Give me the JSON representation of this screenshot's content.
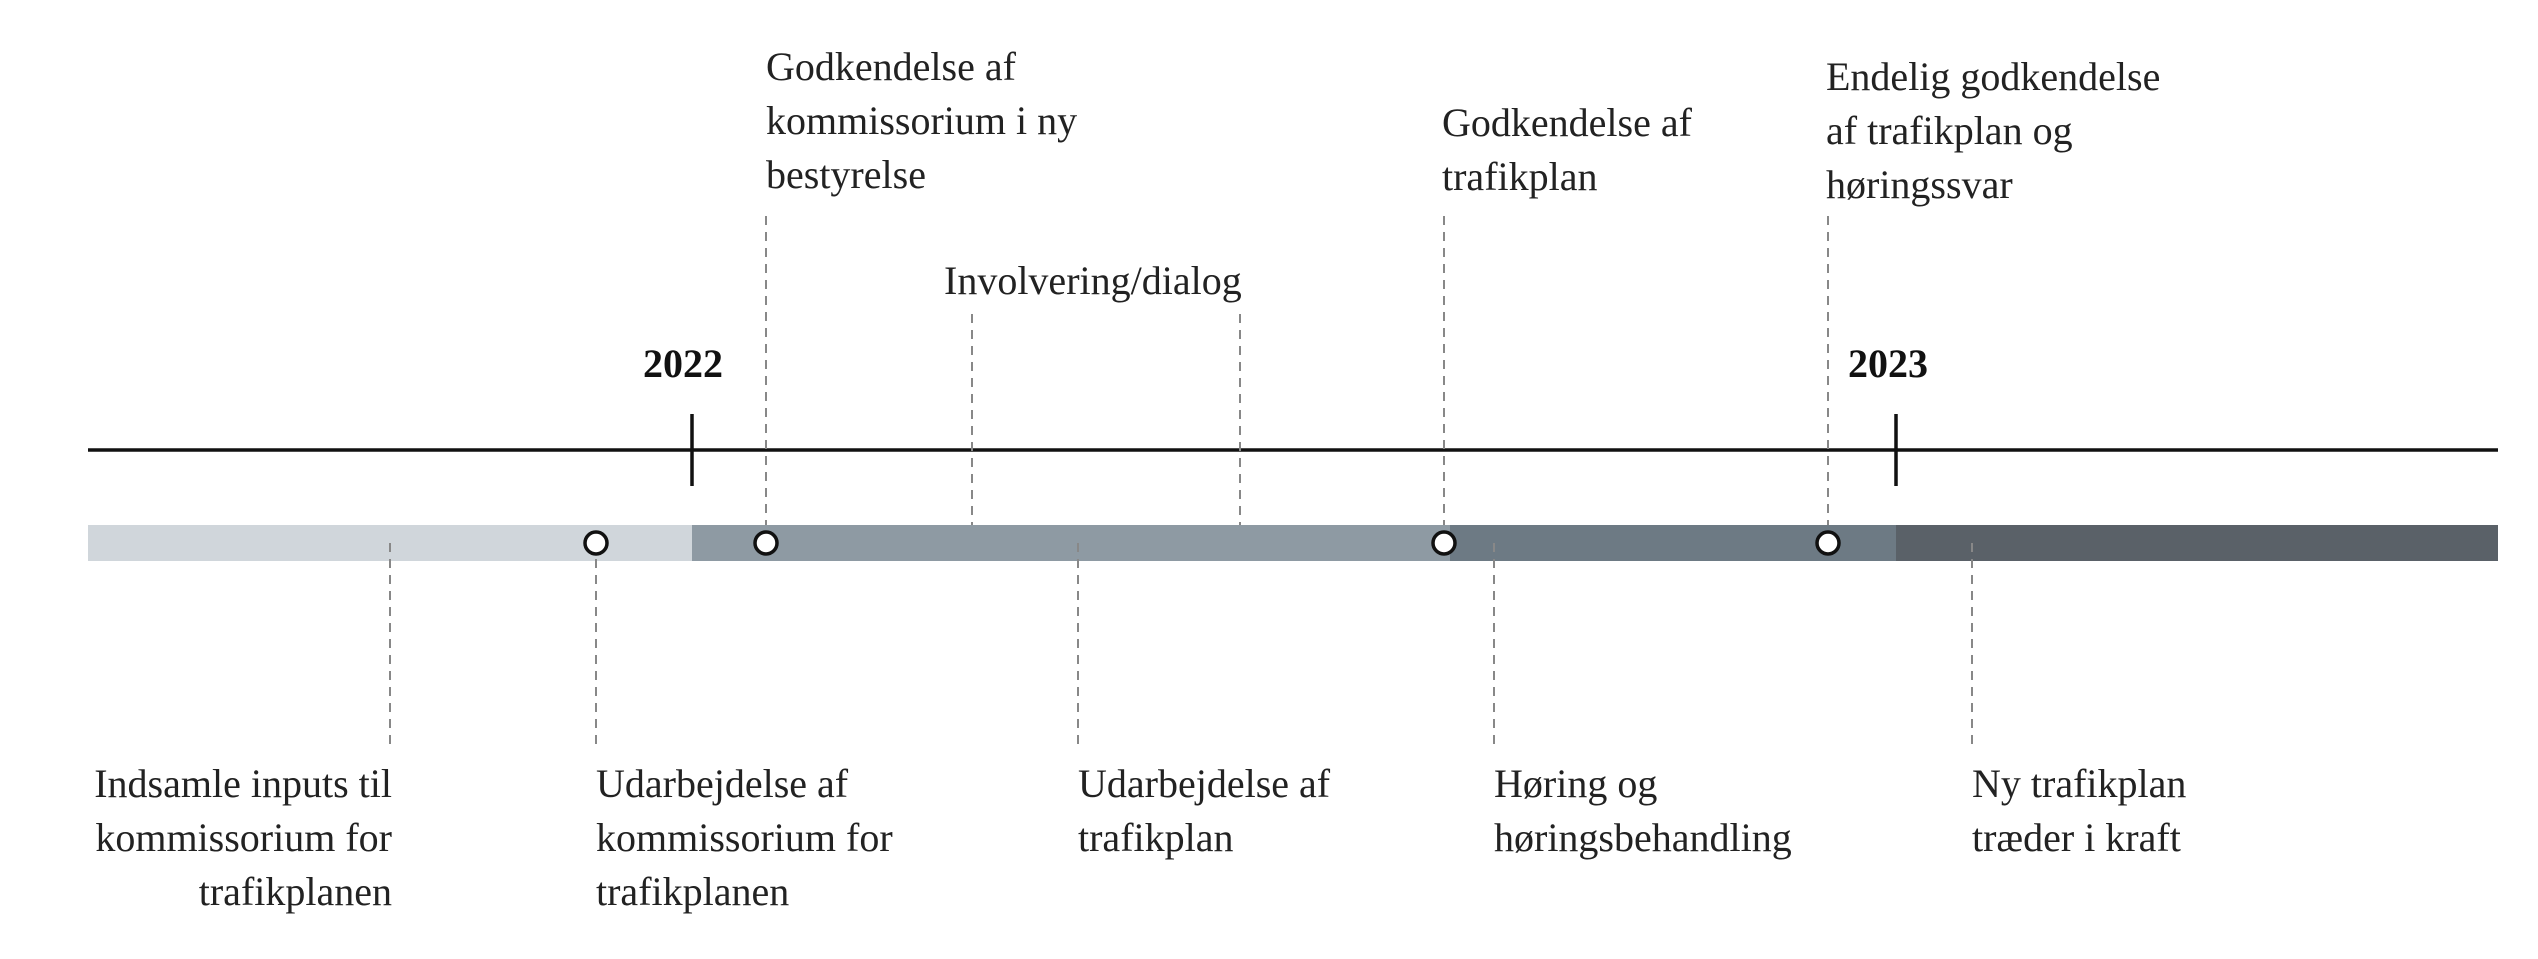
{
  "years": [
    {
      "label": "2022"
    },
    {
      "label": "2023"
    }
  ],
  "phases": [
    {
      "name": "phase-1",
      "color": "#d0d6db"
    },
    {
      "name": "phase-2",
      "color": "#8e9aa3"
    },
    {
      "name": "phase-3",
      "color": "#6d7a84"
    },
    {
      "name": "phase-4",
      "color": "#5a6168"
    }
  ],
  "milestones_above": [
    {
      "id": "kommissorium-godkendelse",
      "text": "Godkendelse af\nkommissorium i ny\nbestyrelse"
    },
    {
      "id": "involvering",
      "text": "Involvering/dialog"
    },
    {
      "id": "trafikplan-godkendelse",
      "text": "Godkendelse af\ntrafikplan"
    },
    {
      "id": "endelig-godkendelse",
      "text": "Endelig godkendelse\naf  trafikplan og\nhøringssvar"
    }
  ],
  "milestones_below": [
    {
      "id": "indsamle",
      "text": "Indsamle inputs til\nkommissorium for\ntrafikplanen"
    },
    {
      "id": "udarbejdelse-kommissorium",
      "text": "Udarbejdelse af\nkommissorium for\ntrafikplanen"
    },
    {
      "id": "udarbejdelse-trafikplan",
      "text": "Udarbejdelse af\ntrafikplan"
    },
    {
      "id": "hoering",
      "text": "Høring og\nhøringsbehandling"
    },
    {
      "id": "ny-trafikplan",
      "text": "Ny trafikplan\ntræder i kraft"
    }
  ],
  "colors": {
    "axis": "#111111",
    "guide": "#888888",
    "marker_fill": "#ffffff",
    "marker_stroke": "#111111"
  }
}
